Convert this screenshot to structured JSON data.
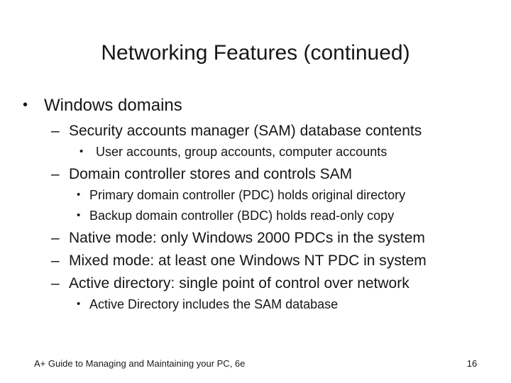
{
  "slide": {
    "title": "Networking Features (continued)",
    "bullet_glyph_level1": "•",
    "bullet_glyph_level2": "–",
    "bullet_glyph_level3": "•",
    "content": [
      {
        "level": 1,
        "text": "Windows domains"
      },
      {
        "level": 2,
        "text": "Security accounts manager (SAM) database contents"
      },
      {
        "level": 3,
        "text": "User accounts, group accounts, computer accounts"
      },
      {
        "level": 2,
        "text": "Domain controller stores and controls SAM"
      },
      {
        "level": 3,
        "text": "Primary domain controller (PDC) holds original directory"
      },
      {
        "level": 3,
        "text": "Backup domain controller (BDC) holds read-only copy"
      },
      {
        "level": 2,
        "text": "Native mode: only Windows 2000 PDCs in the system"
      },
      {
        "level": 2,
        "text": "Mixed mode: at least one Windows NT PDC in system"
      },
      {
        "level": 2,
        "text": "Active directory: single point of control over network"
      },
      {
        "level": 3,
        "text": "Active Directory includes the SAM database"
      }
    ],
    "footer": {
      "source_text": "A+ Guide to Managing and Maintaining your PC, 6e",
      "page_number": "16"
    },
    "colors": {
      "background": "#ffffff",
      "text": "#161616"
    }
  }
}
